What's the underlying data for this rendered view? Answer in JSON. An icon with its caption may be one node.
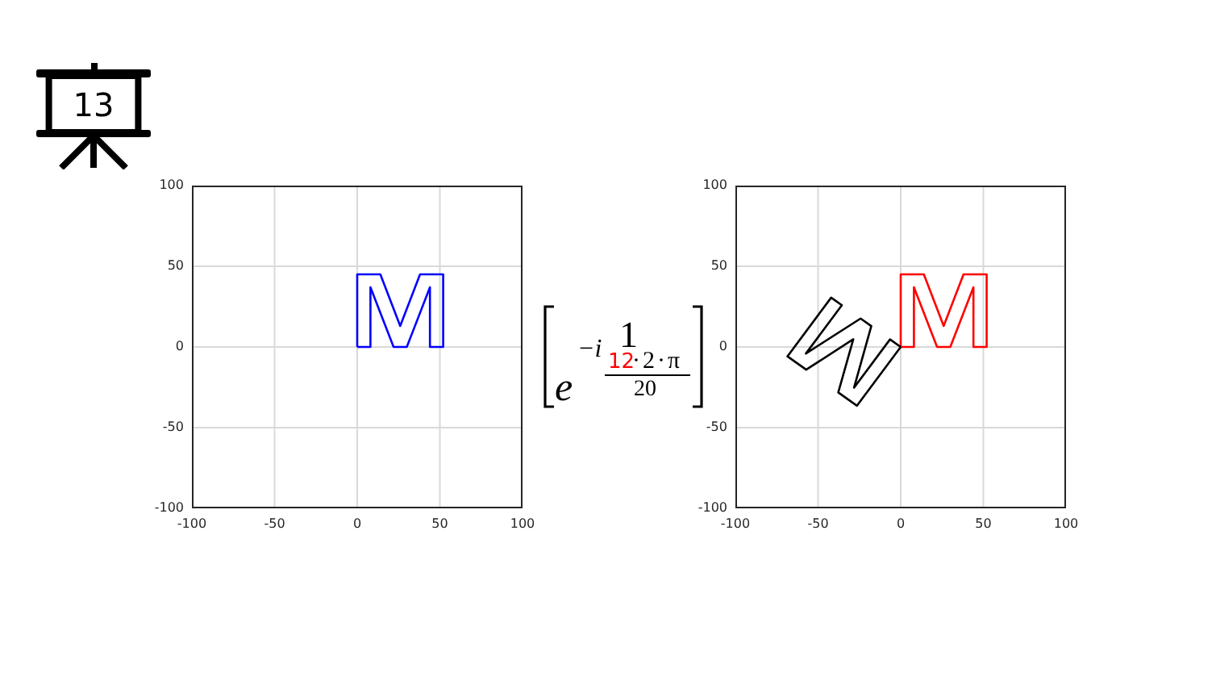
{
  "diagram": {
    "nodes": [
      {
        "text": [
          "13"
        ]
      }
    ],
    "labels": [
      "1",
      "e",
      "−i",
      "12",
      "·2·π",
      "20"
    ],
    "chart_data": [
      {
        "type": "line",
        "xlim": [
          -100,
          100
        ],
        "ylim": [
          -100,
          100
        ],
        "xticks": [
          -100,
          -50,
          0,
          50,
          100
        ],
        "yticks": [
          -100,
          -50,
          0,
          50,
          100
        ],
        "grid": true
      },
      {
        "type": "line",
        "xlim": [
          -100,
          100
        ],
        "ylim": [
          -100,
          100
        ],
        "xticks": [
          -100,
          -50,
          0,
          50,
          100
        ],
        "yticks": [
          -100,
          -50,
          0,
          50,
          100
        ],
        "grid": true
      }
    ]
  }
}
